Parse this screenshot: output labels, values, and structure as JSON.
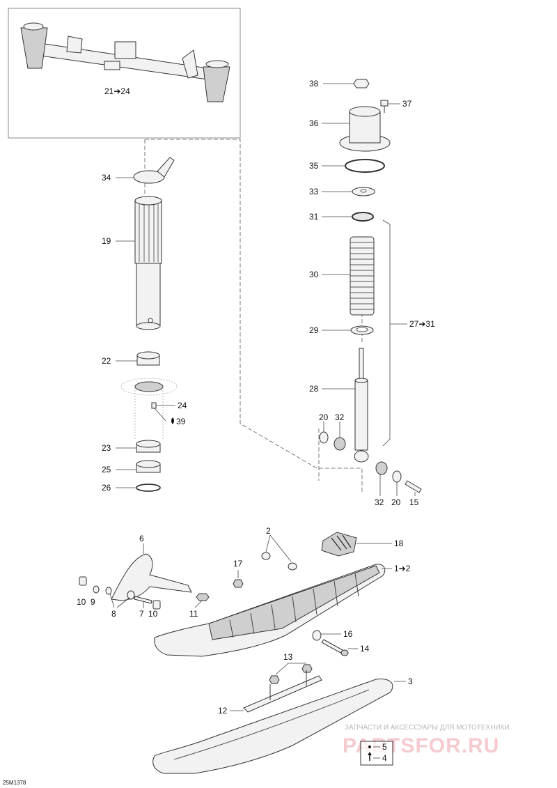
{
  "labels": {
    "l38": "38",
    "l37": "37",
    "l36": "36",
    "l35": "35",
    "l33": "33",
    "l31": "31",
    "l30": "30",
    "l29": "29",
    "l28": "28",
    "l2731": "27➔31",
    "l20a": "20",
    "l32a": "32",
    "l32b": "32",
    "l20b": "20",
    "l15": "15",
    "l34": "34",
    "l19": "19",
    "l22": "22",
    "l24": "24",
    "l39": "39",
    "l23": "23",
    "l25": "25",
    "l26": "26",
    "l2124": "21➔24",
    "l6": "6",
    "l2": "2",
    "l18": "18",
    "l17": "17",
    "l12b": "1➔2",
    "l10a": "10",
    "l9": "9",
    "l8": "8",
    "l7": "7",
    "l10b": "10",
    "l11": "11",
    "l16": "16",
    "l14": "14",
    "l13": "13",
    "l3": "3",
    "l12": "12",
    "l5": "5",
    "l4": "4"
  },
  "diagram_code": "25M1378",
  "watermark": {
    "caption": "ЗАПЧАСТИ И АКСЕССУАРЫ ДЛЯ МОТОТЕХНИКИ",
    "brand": "PARTSFOR.RU",
    "color": "#f1b9c0"
  },
  "icons": {
    "oil-drop": "oil-drop-icon",
    "arrow": "right-arrow"
  }
}
